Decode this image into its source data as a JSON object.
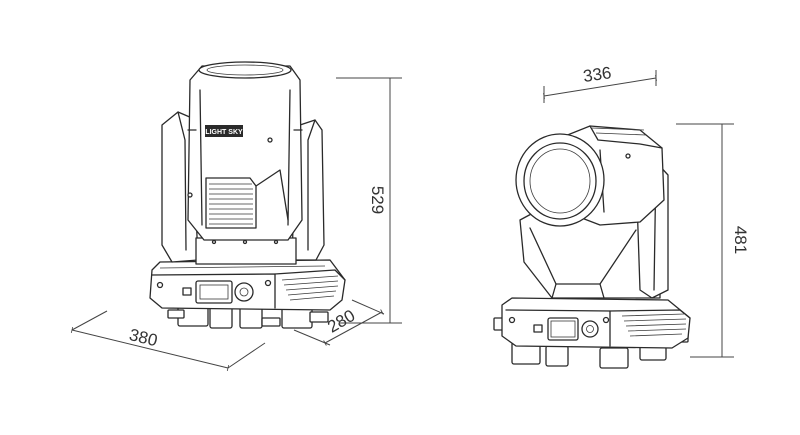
{
  "front_view": {
    "brand_label": "LIGHT SKY",
    "dimensions": {
      "width": "380",
      "depth": "280",
      "height": "529"
    }
  },
  "side_view": {
    "dimensions": {
      "width": "336",
      "height": "481"
    }
  },
  "colors": {
    "stroke": "#2a2a2a",
    "background": "#ffffff"
  }
}
